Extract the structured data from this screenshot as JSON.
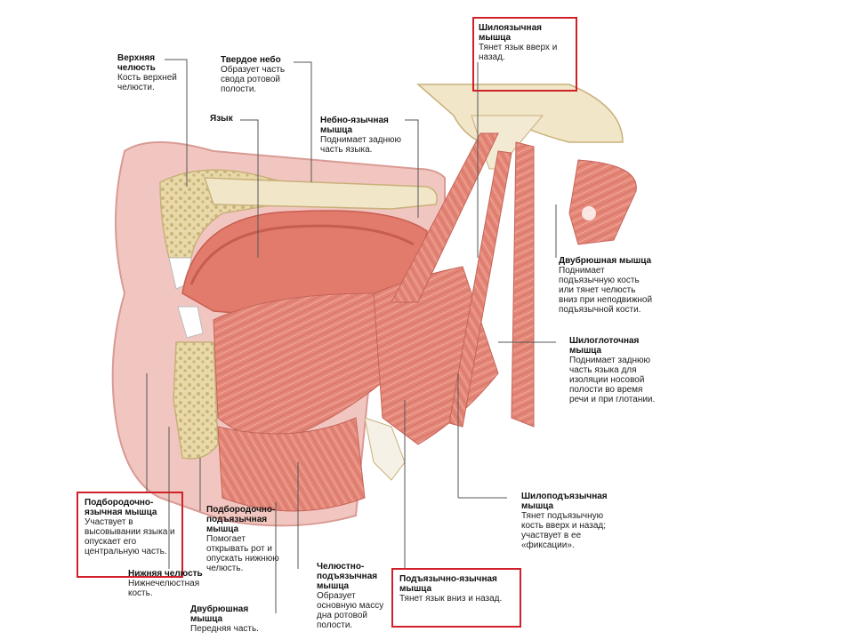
{
  "labels": {
    "upper_jaw": {
      "title": "Верхняя челюсть",
      "desc": "Кость верхней челюсти."
    },
    "hard_palate": {
      "title": "Твердое небо",
      "desc": "Образует часть свода ротовой полости."
    },
    "tongue": {
      "title": "Язык",
      "desc": ""
    },
    "palatoglossus": {
      "title": "Небно-язычная мышца",
      "desc": "Поднимает заднюю часть языка."
    },
    "styloglossus": {
      "title": "Шилоязычная мышца",
      "desc": "Тянет язык вверх и назад."
    },
    "digastric_post": {
      "title": "Двубрюшная мышца",
      "desc": "Поднимает подъязычную кость или тянет челюсть вниз при неподвижной подъязычной кости."
    },
    "stylopharyngeus": {
      "title": "Шилоглоточная мышца",
      "desc": "Поднимает заднюю часть языка для изоляции носовой полости во время речи и при глотании."
    },
    "stylohyoid": {
      "title": "Шилоподъязычная мышца",
      "desc": "Тянет подъязычную кость вверх и назад; участвует в ее «фиксации»."
    },
    "hyoglossus": {
      "title": "Подъязычно-язычная мышца",
      "desc": "Тянет язык вниз и назад."
    },
    "mylohyoid": {
      "title": "Челюстно-подъязычная мышца",
      "desc": "Образует основную массу дна ротовой полости."
    },
    "digastric_ant": {
      "title": "Двубрюшная мышца",
      "desc": "Передняя часть."
    },
    "lower_jaw": {
      "title": "Нижняя челюсть",
      "desc": "Нижнечелюстная кость."
    },
    "geniohyoid": {
      "title": "Подбородочно-подъязычная мышца",
      "desc": "Помогает открывать рот и опускать нижнюю челюсть."
    },
    "genioglossus": {
      "title": "Подбородочно-язычная мышца",
      "desc": "Участвует в высовывании языка и опускает его центральную часть."
    }
  },
  "colors": {
    "highlight": "#d0202a",
    "muscle": "#e98f83",
    "bone": "#f1e6c8",
    "skin": "#f2c6c0",
    "leader": "#555555"
  }
}
